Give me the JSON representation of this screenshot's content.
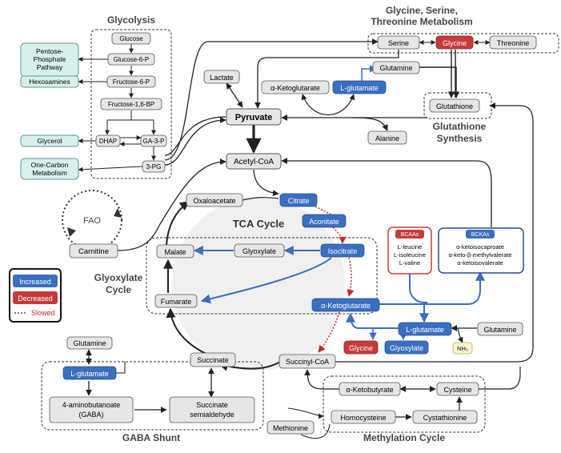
{
  "sections": {
    "glycolysis": "Glycolysis",
    "gly_ser_thr_1": "Glycine, Serine,",
    "gly_ser_thr_2": "Threonine Metabolism",
    "glutathione_1": "Glutathione",
    "glutathione_2": "Synthesis",
    "tca": "TCA Cycle",
    "glyoxylate_1": "Glyoxylate",
    "glyoxylate_2": "Cycle",
    "gaba": "GABA Shunt",
    "methylation": "Methylation Cycle",
    "fao": "FAO"
  },
  "side_boxes": {
    "ppp_1": "Pentose-",
    "ppp_2": "Phosphate",
    "ppp_3": "Pathway",
    "hexosamines": "Hexosamines",
    "glycerol": "Glycerol",
    "ocm_1": "One-Carbon",
    "ocm_2": "Metabolism"
  },
  "glycolysis_nodes": {
    "glucose": "Glucose",
    "g6p": "Glucose-6-P",
    "f6p": "Fructose-6-P",
    "f16bp": "Fructose-1,6-BP",
    "dhap": "DHAP",
    "ga3p": "GA-3-P",
    "pg3": "3-PG"
  },
  "nodes": {
    "serine": "Serine",
    "glycine_top": "Glycine",
    "threonine": "Threonine",
    "glutamine_top": "Glutamine",
    "glutathione": "Glutathione",
    "lactate": "Lactate",
    "akg_top": "α-Ketoglutarate",
    "lglut_top": "L-glutamate",
    "pyruvate": "Pyruvate",
    "alanine": "Alanine",
    "acetylcoa": "Acetyl-CoA",
    "oxaloacetate": "Oxaloacetate",
    "citrate": "Citrate",
    "aconitate": "Aconitate",
    "isocitrate": "Isocitrate",
    "glyoxylate": "Glyoxylate",
    "malate": "Malate",
    "fumarate": "Fumarate",
    "akg": "α-Ketoglutarate",
    "carnitine": "Carnitine",
    "lglut_mid": "L-glutamate",
    "glutamine_mid": "Glutamine",
    "glycine_low": "Glycine",
    "glyoxylate_low": "Glyoxylate",
    "nh3": "NH₃",
    "succinate": "Succinate",
    "succinylcoa": "Succinyl-CoA",
    "glutamine_gaba": "Glutamine",
    "lglut_gaba": "L-glutamate",
    "gaba_1": "4-aminobutanoate",
    "gaba_2": "(GABA)",
    "ssa_1": "Succinate",
    "ssa_2": "semialdehyde",
    "aketobutyrate": "α-Ketobutyrate",
    "cysteine": "Cysteine",
    "homocysteine": "Homocysteine",
    "cystathionine": "Cystathionine",
    "methionine": "Methionine"
  },
  "bcaa": {
    "title": "BCAAs",
    "items": [
      "L-leucine",
      "L-isoleucine",
      "L-valine"
    ]
  },
  "bcka": {
    "title": "BCKAs",
    "items": [
      "α-ketoisocaproate",
      "α-keto-β-methylvalerate",
      "α-ketoisovalerate"
    ]
  },
  "legend": {
    "increased": "Increased",
    "decreased": "Decreased",
    "slowed": "Slowed"
  },
  "colors": {
    "increased": "#3a6fc0",
    "decreased": "#c63a3a",
    "neutral_fill": "#e6e6e6",
    "side_fill": "#d8f0ec",
    "side_border": "#5a9a90",
    "nh3_fill": "#fbf5d0",
    "tca_fill": "#f0f0f0",
    "slowed": "#c62828"
  }
}
